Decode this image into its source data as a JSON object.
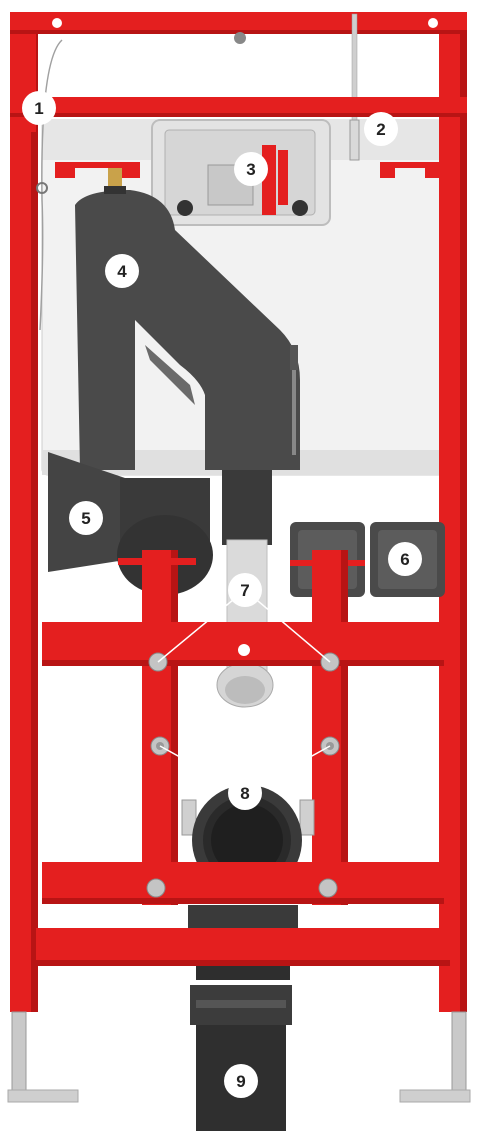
{
  "diagram": {
    "subject": "wall-hung toilet installation frame",
    "colors": {
      "frame_red": "#e41f1f",
      "frame_red_dark": "#b81414",
      "cistern_white": "#f2f2f2",
      "cistern_shadow": "#dcdcdc",
      "pipe_grey": "#4a4a4a",
      "pipe_dark": "#333333",
      "pipe_light": "#d9d9d9",
      "bolt_grey": "#b8b8b8",
      "foot_grey": "#bdbdbd",
      "badge_fill": "#ffffff"
    },
    "callouts": [
      {
        "number": "1"
      },
      {
        "number": "2"
      },
      {
        "number": "3"
      },
      {
        "number": "4"
      },
      {
        "number": "5"
      },
      {
        "number": "6"
      },
      {
        "number": "7"
      },
      {
        "number": "8"
      },
      {
        "number": "9"
      }
    ]
  }
}
